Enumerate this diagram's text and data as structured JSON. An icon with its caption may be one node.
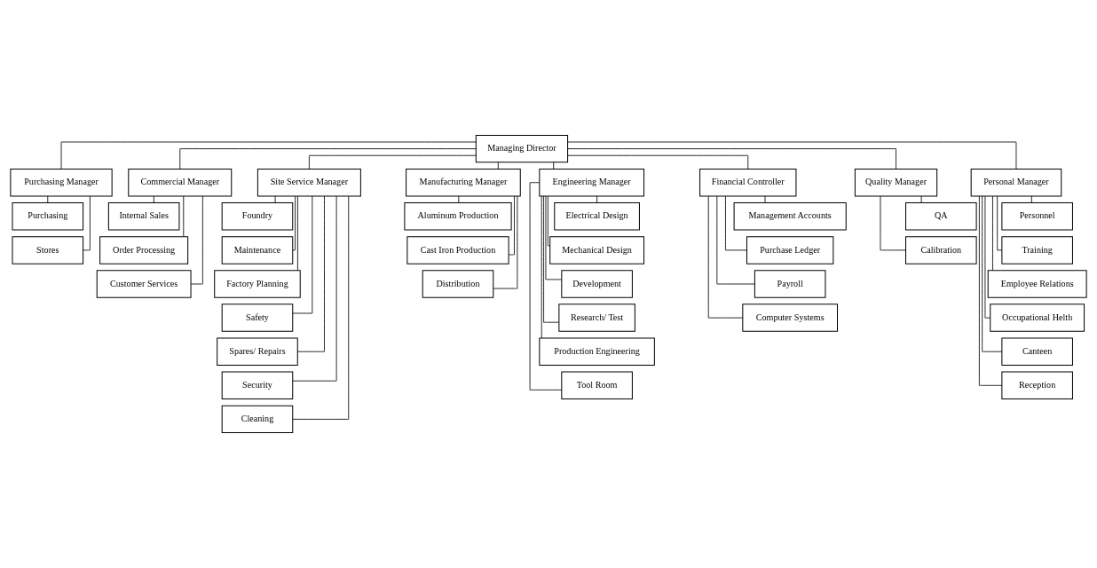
{
  "diagram": {
    "nodes": [
      {
        "text": [
          "Managing Director"
        ]
      },
      {
        "text": [
          "Purchasing Manager"
        ]
      },
      {
        "text": [
          "Commercial Manager"
        ]
      },
      {
        "text": [
          "Site Service Manager"
        ]
      },
      {
        "text": [
          "Manufacturing Manager"
        ]
      },
      {
        "text": [
          "Engineering Manager"
        ]
      },
      {
        "text": [
          "Financial Controller"
        ]
      },
      {
        "text": [
          "Quality Manager"
        ]
      },
      {
        "text": [
          "Personal Manager"
        ]
      },
      {
        "text": [
          "Purchasing"
        ]
      },
      {
        "text": [
          "Stores"
        ]
      },
      {
        "text": [
          "Internal Sales"
        ]
      },
      {
        "text": [
          "Order Processing"
        ]
      },
      {
        "text": [
          "Customer Services"
        ]
      },
      {
        "text": [
          "Foundry"
        ]
      },
      {
        "text": [
          "Maintenance"
        ]
      },
      {
        "text": [
          "Factory Planning"
        ]
      },
      {
        "text": [
          "Safety"
        ]
      },
      {
        "text": [
          "Spares/ Repairs"
        ]
      },
      {
        "text": [
          "Security"
        ]
      },
      {
        "text": [
          "Cleaning"
        ]
      },
      {
        "text": [
          "Aluminum Production"
        ]
      },
      {
        "text": [
          "Cast Iron Production"
        ]
      },
      {
        "text": [
          "Distribution"
        ]
      },
      {
        "text": [
          "Electrical Design"
        ]
      },
      {
        "text": [
          "Mechanical Design"
        ]
      },
      {
        "text": [
          "Development"
        ]
      },
      {
        "text": [
          "Research/ Test"
        ]
      },
      {
        "text": [
          "Production Engineering"
        ]
      },
      {
        "text": [
          "Tool Room"
        ]
      },
      {
        "text": [
          "Management Accounts"
        ]
      },
      {
        "text": [
          "Purchase Ledger"
        ]
      },
      {
        "text": [
          "Payroll"
        ]
      },
      {
        "text": [
          "Computer Systems"
        ]
      },
      {
        "text": [
          "QA"
        ]
      },
      {
        "text": [
          "Calibration"
        ]
      },
      {
        "text": [
          "Personnel"
        ]
      },
      {
        "text": [
          "Training"
        ]
      },
      {
        "text": [
          "Employee Relations"
        ]
      },
      {
        "text": [
          "Occupational Helth"
        ]
      },
      {
        "text": [
          "Canteen"
        ]
      },
      {
        "text": [
          "Reception"
        ]
      }
    ],
    "edges": [
      {
        "from": 0,
        "to": 1,
        "arrow": "none"
      },
      {
        "from": 0,
        "to": 2,
        "arrow": "none"
      },
      {
        "from": 0,
        "to": 3,
        "arrow": "none"
      },
      {
        "from": 0,
        "to": 4,
        "arrow": "none"
      },
      {
        "from": 0,
        "to": 5,
        "arrow": "none"
      },
      {
        "from": 0,
        "to": 6,
        "arrow": "none"
      },
      {
        "from": 0,
        "to": 7,
        "arrow": "none"
      },
      {
        "from": 0,
        "to": 8,
        "arrow": "none"
      },
      {
        "from": 1,
        "to": 9,
        "arrow": "none"
      },
      {
        "from": 1,
        "to": 10,
        "arrow": "none"
      },
      {
        "from": 2,
        "to": 11,
        "arrow": "none"
      },
      {
        "from": 2,
        "to": 12,
        "arrow": "none"
      },
      {
        "from": 2,
        "to": 13,
        "arrow": "none"
      },
      {
        "from": 3,
        "to": 14,
        "arrow": "none"
      },
      {
        "from": 3,
        "to": 15,
        "arrow": "none"
      },
      {
        "from": 3,
        "to": 16,
        "arrow": "none"
      },
      {
        "from": 3,
        "to": 17,
        "arrow": "none"
      },
      {
        "from": 3,
        "to": 18,
        "arrow": "none"
      },
      {
        "from": 3,
        "to": 19,
        "arrow": "none"
      },
      {
        "from": 3,
        "to": 20,
        "arrow": "none"
      },
      {
        "from": 4,
        "to": 21,
        "arrow": "none"
      },
      {
        "from": 4,
        "to": 22,
        "arrow": "none"
      },
      {
        "from": 4,
        "to": 23,
        "arrow": "none"
      },
      {
        "from": 5,
        "to": 24,
        "arrow": "none"
      },
      {
        "from": 5,
        "to": 25,
        "arrow": "none"
      },
      {
        "from": 5,
        "to": 26,
        "arrow": "none"
      },
      {
        "from": 5,
        "to": 27,
        "arrow": "none"
      },
      {
        "from": 5,
        "to": 28,
        "arrow": "none"
      },
      {
        "from": 5,
        "to": 29,
        "arrow": "none"
      },
      {
        "from": 6,
        "to": 30,
        "arrow": "none"
      },
      {
        "from": 6,
        "to": 31,
        "arrow": "none"
      },
      {
        "from": 6,
        "to": 32,
        "arrow": "none"
      },
      {
        "from": 6,
        "to": 33,
        "arrow": "none"
      },
      {
        "from": 7,
        "to": 34,
        "arrow": "none"
      },
      {
        "from": 7,
        "to": 35,
        "arrow": "none"
      },
      {
        "from": 8,
        "to": 36,
        "arrow": "none"
      },
      {
        "from": 8,
        "to": 37,
        "arrow": "none"
      },
      {
        "from": 8,
        "to": 38,
        "arrow": "none"
      },
      {
        "from": 8,
        "to": 39,
        "arrow": "none"
      },
      {
        "from": 8,
        "to": 40,
        "arrow": "none"
      },
      {
        "from": 8,
        "to": 41,
        "arrow": "none"
      }
    ]
  }
}
